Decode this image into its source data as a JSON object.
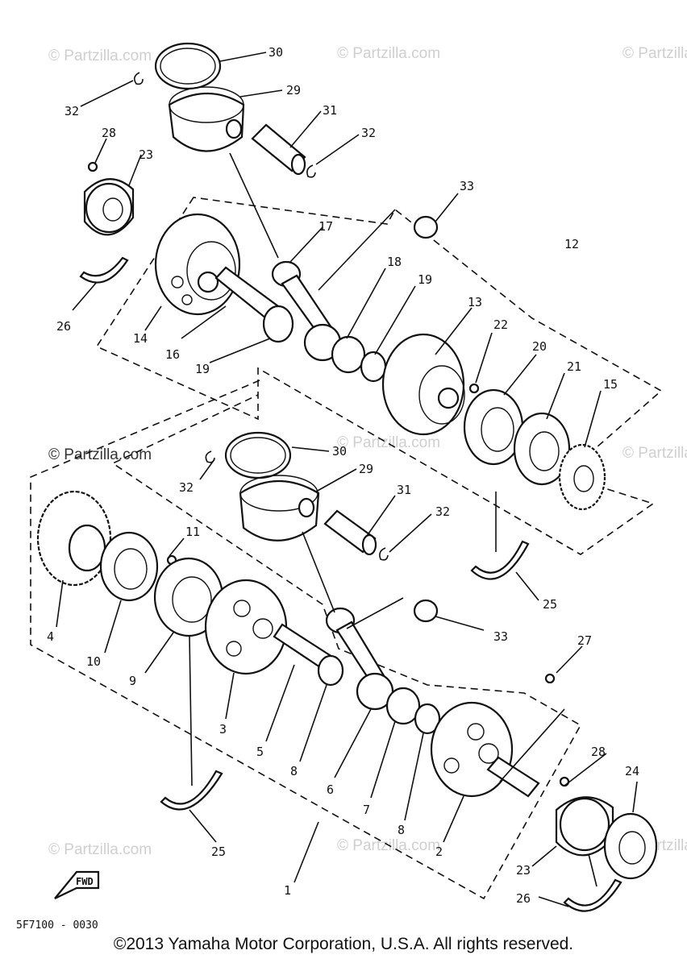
{
  "watermark": {
    "text": "© Partzilla.com",
    "featured_text": "© Partzilla.com"
  },
  "drawing_code": "5F7100 - 0030",
  "fwd_label": "FWD",
  "copyright": "©2013 Yamaha Motor Corporation, U.S.A. All rights reserved.",
  "callouts": {
    "c30a": "30",
    "c29a": "29",
    "c31a": "31",
    "c32a": "32",
    "c32b": "32",
    "c28a": "28",
    "c23a": "23",
    "c33a": "33",
    "c17": "17",
    "c12": "12",
    "c18": "18",
    "c19a": "19",
    "c13": "13",
    "c22": "22",
    "c20": "20",
    "c21": "21",
    "c15": "15",
    "c26a": "26",
    "c14": "14",
    "c16": "16",
    "c19b": "19",
    "c30b": "30",
    "c29b": "29",
    "c31b": "31",
    "c32c": "32",
    "c32d": "32",
    "c11": "11",
    "c4": "4",
    "c10": "10",
    "c9": "9",
    "c3": "3",
    "c5": "5",
    "c8a": "8",
    "c6": "6",
    "c7": "7",
    "c8b": "8",
    "c2": "2",
    "c33b": "33",
    "c27": "27",
    "c25a": "25",
    "c25b": "25",
    "c28b": "28",
    "c24": "24",
    "c23b": "23",
    "c26b": "26",
    "c1": "1"
  }
}
